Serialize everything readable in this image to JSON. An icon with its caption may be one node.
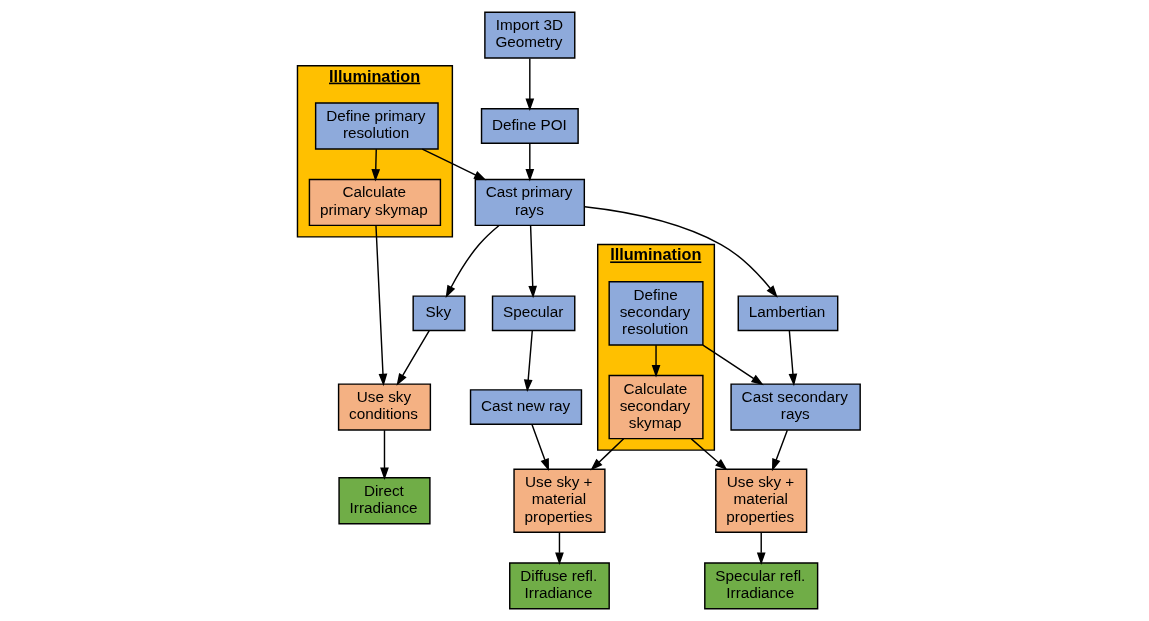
{
  "diagram": {
    "nodes": [
      {
        "text": [
          "Import 3D Geometry"
        ]
      },
      {
        "text": [
          "Define POI"
        ]
      },
      {
        "text": [
          "Lambertian"
        ]
      },
      {
        "text": [
          "Illumination"
        ]
      },
      {
        "text": [
          "Define primary resolution"
        ],
        "in": 3
      },
      {
        "text": [
          "Calculate primary skymap"
        ],
        "in": 3
      },
      {
        "text": [
          "Cast primary rays"
        ]
      },
      {
        "text": [
          "Illumination"
        ]
      },
      {
        "text": [
          "Define secondary resolution"
        ],
        "in": 7
      },
      {
        "text": [
          "Calculate secondary skymap"
        ],
        "in": 7
      },
      {
        "text": [
          "Specular"
        ]
      },
      {
        "text": [
          "Sky"
        ]
      },
      {
        "text": [
          "Cast new ray"
        ]
      },
      {
        "text": [
          "Cast secondary rays"
        ]
      },
      {
        "text": [
          "Use sky conditions"
        ]
      },
      {
        "text": [
          "Use sky + material properties"
        ]
      },
      {
        "text": [
          "Use sky + material properties"
        ]
      },
      {
        "text": [
          "Direct Irradiance"
        ]
      },
      {
        "text": [
          "Diffuse refl. Irradiance"
        ]
      },
      {
        "text": [
          "Specular refl. Irradiance"
        ]
      }
    ],
    "edges": [
      {
        "from": 0,
        "to": 1,
        "arrow": "to"
      },
      {
        "from": 1,
        "to": 6,
        "arrow": "to"
      },
      {
        "from": 6,
        "to": 2,
        "arrow": "to"
      },
      {
        "from": 4,
        "to": 6,
        "arrow": "to"
      },
      {
        "from": 6,
        "to": 11,
        "arrow": "to"
      },
      {
        "from": 6,
        "to": 10,
        "arrow": "to"
      },
      {
        "from": 2,
        "to": 13,
        "arrow": "to"
      },
      {
        "from": 4,
        "to": 5,
        "arrow": "to"
      },
      {
        "from": 8,
        "to": 13,
        "arrow": "to"
      },
      {
        "from": 8,
        "to": 9,
        "arrow": "to"
      },
      {
        "from": 10,
        "to": 12,
        "arrow": "to"
      },
      {
        "from": 11,
        "to": 14,
        "arrow": "to"
      },
      {
        "from": 12,
        "to": 15,
        "arrow": "to"
      },
      {
        "from": 5,
        "to": 14,
        "arrow": "to"
      },
      {
        "from": 9,
        "to": 15,
        "arrow": "to"
      },
      {
        "from": 9,
        "to": 16,
        "arrow": "to"
      },
      {
        "from": 13,
        "to": 16,
        "arrow": "to"
      },
      {
        "from": 14,
        "to": 17,
        "arrow": "to"
      },
      {
        "from": 15,
        "to": 18,
        "arrow": "to"
      },
      {
        "from": 16,
        "to": 19,
        "arrow": "to"
      }
    ]
  }
}
